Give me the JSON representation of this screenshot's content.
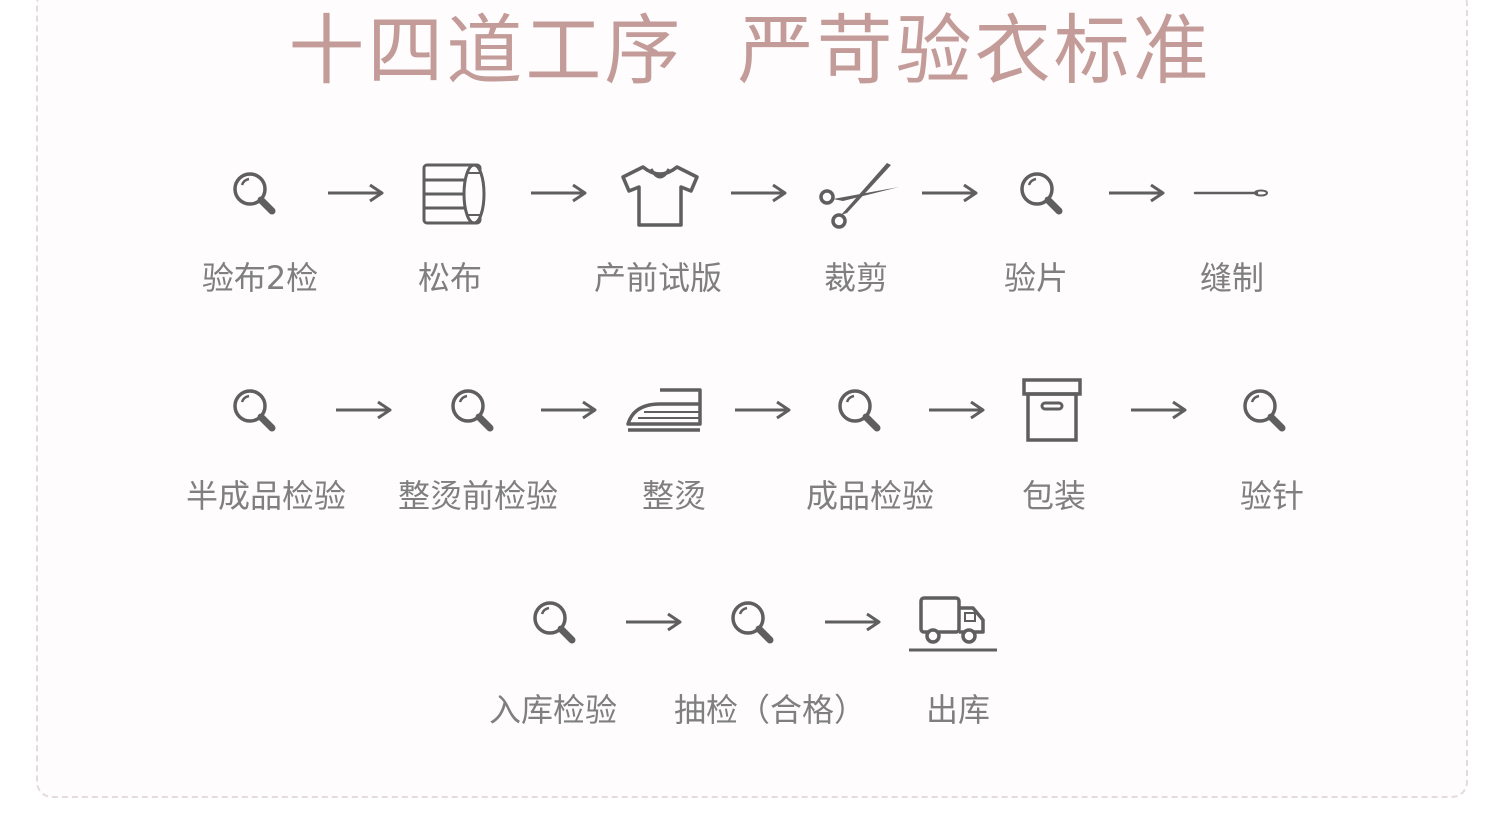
{
  "title": "十四道工序  严苛验衣标准",
  "colors": {
    "title": "#c39b98",
    "icon": "#5f5f5f",
    "label": "#7f7f7f"
  },
  "rows": [
    {
      "steps": [
        {
          "label": "验布2检",
          "icon": "magnifier-icon"
        },
        {
          "label": "松布",
          "icon": "fabric-roll-icon"
        },
        {
          "label": "产前试版",
          "icon": "tshirt-icon"
        },
        {
          "label": "裁剪",
          "icon": "scissors-icon"
        },
        {
          "label": "验片",
          "icon": "magnifier-icon"
        },
        {
          "label": "缝制",
          "icon": "needle-icon"
        }
      ]
    },
    {
      "steps": [
        {
          "label": "半成品检验",
          "icon": "magnifier-icon"
        },
        {
          "label": "整烫前检验",
          "icon": "magnifier-icon"
        },
        {
          "label": "整烫",
          "icon": "iron-icon"
        },
        {
          "label": "成品检验",
          "icon": "magnifier-icon"
        },
        {
          "label": "包装",
          "icon": "box-icon"
        },
        {
          "label": "验针",
          "icon": "magnifier-icon"
        }
      ]
    },
    {
      "steps": [
        {
          "label": "入库检验",
          "icon": "magnifier-icon"
        },
        {
          "label": "抽检（合格）",
          "icon": "magnifier-icon"
        },
        {
          "label": "出库",
          "icon": "truck-icon"
        }
      ]
    }
  ]
}
